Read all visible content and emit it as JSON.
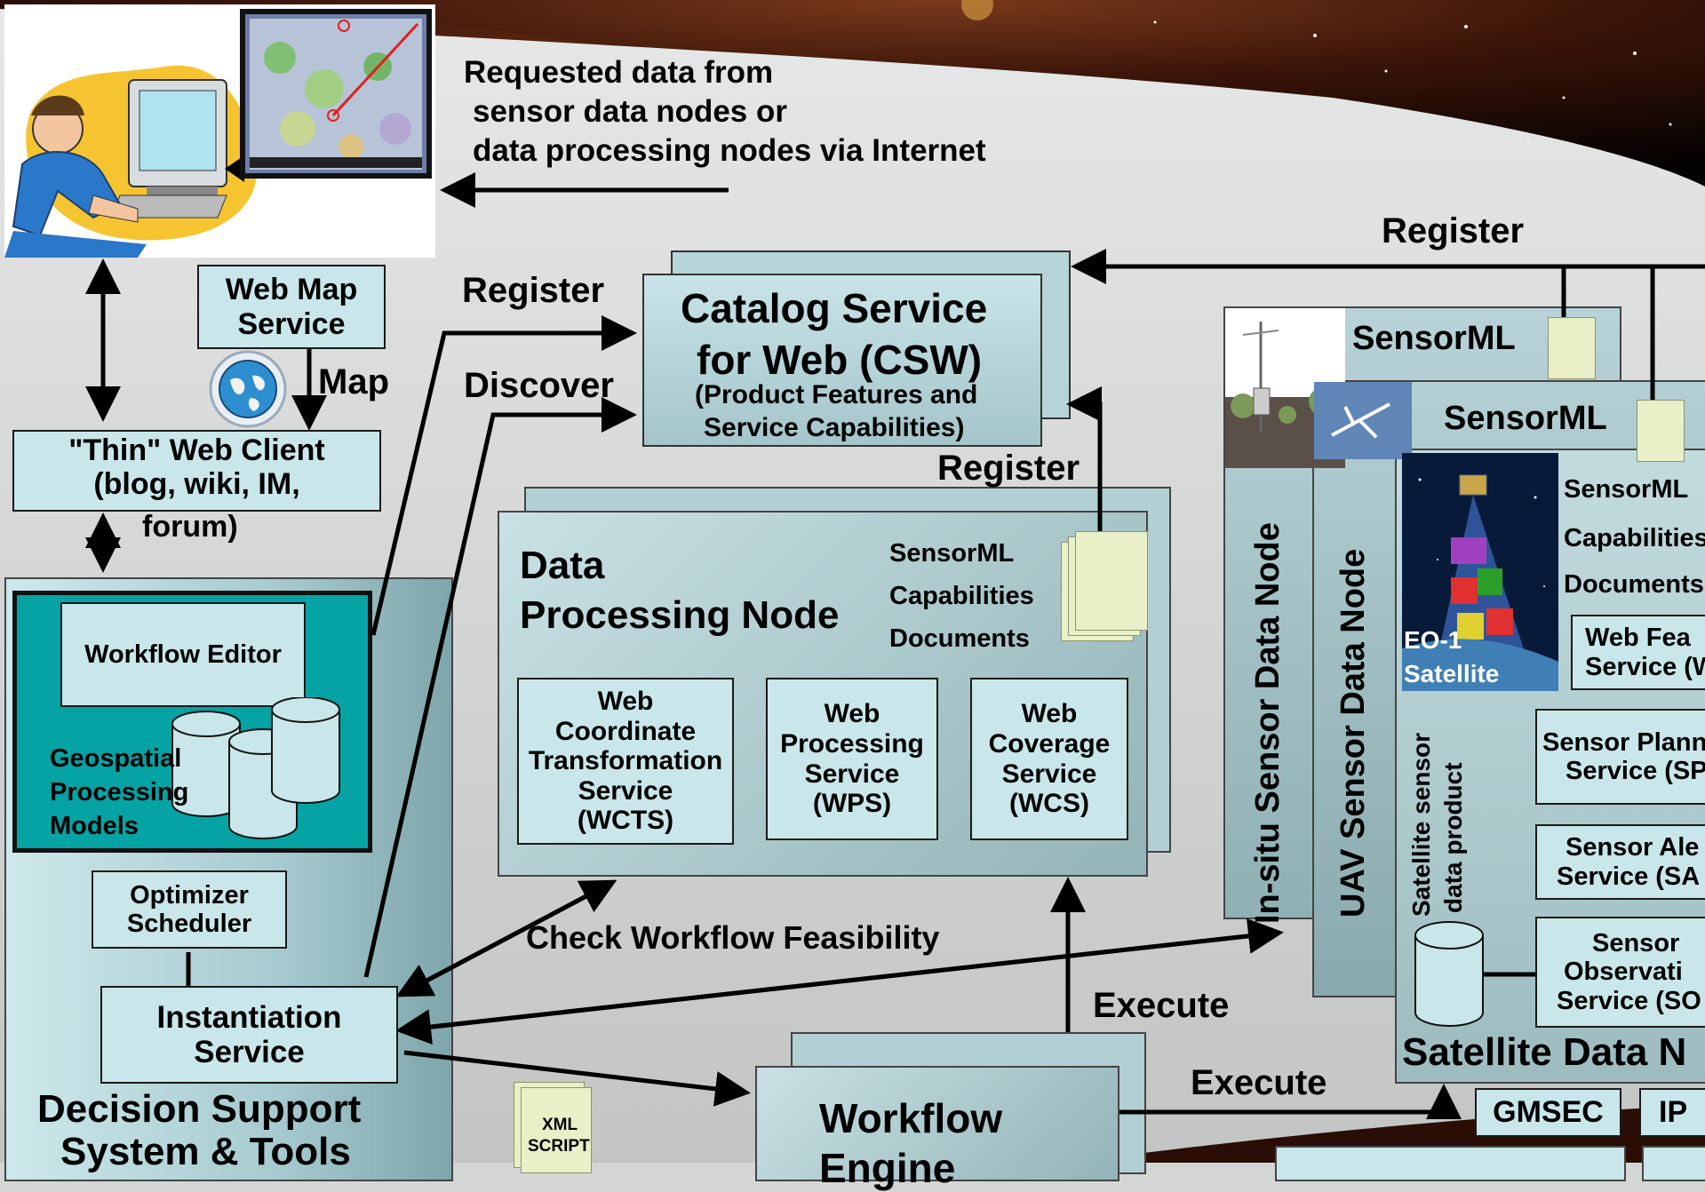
{
  "header_note": [
    "Requested data from",
    "sensor data nodes or",
    "data processing nodes via Internet"
  ],
  "web_map_service": [
    "Web Map",
    "Service"
  ],
  "map_label": "Map",
  "thin_client": [
    "\"Thin\" Web Client",
    "(blog, wiki, IM,",
    "forum)"
  ],
  "register_left": "Register",
  "discover": "Discover",
  "csw": {
    "title1": "Catalog Service",
    "title2": "for Web (CSW)",
    "sub1": "(Product Features and",
    "sub2": "Service Capabilities)"
  },
  "register_top": "Register",
  "register_mid": "Register",
  "dpn": {
    "title1": "Data",
    "title2": "Processing Node",
    "docs": [
      "SensorML",
      "Capabilities",
      "Documents"
    ]
  },
  "services": {
    "wcts": [
      "Web",
      "Coordinate",
      "Transformation",
      "Service",
      "(WCTS)"
    ],
    "wps": [
      "Web",
      "Processing",
      "Service",
      "(WPS)"
    ],
    "wcs": [
      "Web",
      "Coverage",
      "Service",
      "(WCS)"
    ]
  },
  "dss": {
    "workflow_editor": "Workflow Editor",
    "geo_models": [
      "Geospatial",
      "Processing",
      "Models"
    ],
    "optimizer": [
      "Optimizer",
      "Scheduler"
    ],
    "instantiation": [
      "Instantiation",
      "Service"
    ],
    "title": [
      "Decision Support",
      "System & Tools"
    ]
  },
  "check_feasibility": "Check Workflow Feasibility",
  "execute_up": "Execute",
  "execute_right": "Execute",
  "xml_script": [
    "XML",
    "SCRIPT"
  ],
  "workflow_engine": [
    "Workflow",
    "Engine"
  ],
  "insitu": {
    "sensorml": "SensorML",
    "title": "In-situ Sensor Data Node"
  },
  "uav": {
    "sensorml": "SensorML",
    "title": "UAV Sensor Data Node"
  },
  "satellite": {
    "docs": [
      "SensorML",
      "Capabilities",
      "Documents"
    ],
    "eo1": [
      "EO-1",
      "Satellite"
    ],
    "product": [
      "Satellite sensor",
      "data product"
    ],
    "wfs": [
      "Web Fea",
      "Service (W"
    ],
    "sps": [
      "Sensor Plann",
      "Service (SP"
    ],
    "sas": [
      "Sensor Ale",
      "Service (SA"
    ],
    "sos": [
      "Sensor",
      "Observati",
      "Service (SO"
    ],
    "title": "Satellite Data N"
  },
  "gmsec": "GMSEC",
  "ip_partial": "IP"
}
